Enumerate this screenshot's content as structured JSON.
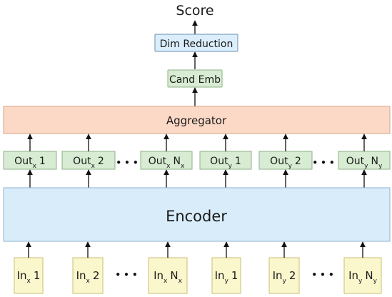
{
  "title": "Score",
  "dim_reduction": {
    "label": "Dim Reduction"
  },
  "cand_emb": {
    "label": "Cand Emb"
  },
  "aggregator": {
    "label": "Aggregator"
  },
  "encoder": {
    "label": "Encoder"
  },
  "ellipsis": "• • •",
  "colors": {
    "dim_reduction_fill": "#dbeefb",
    "dim_reduction_stroke": "#6a8fb0",
    "green_fill": "#d7ecd2",
    "green_stroke": "#8fb088",
    "aggregator_fill": "#fbd9c6",
    "aggregator_stroke": "#d4a487",
    "encoder_fill": "#d8ecfa",
    "encoder_stroke": "#8fb3cf",
    "input_fill": "#fbf7cd",
    "input_stroke": "#c8bf72",
    "arrow": "#111111"
  },
  "outputs": [
    {
      "base": "Out",
      "sub": "x",
      "suffix": "1",
      "suffix_sub": ""
    },
    {
      "base": "Out",
      "sub": "x",
      "suffix": "2",
      "suffix_sub": ""
    },
    {
      "base": "Out",
      "sub": "x",
      "suffix": "N",
      "suffix_sub": "x"
    },
    {
      "base": "Out",
      "sub": "y",
      "suffix": "1",
      "suffix_sub": ""
    },
    {
      "base": "Out",
      "sub": "y",
      "suffix": "2",
      "suffix_sub": ""
    },
    {
      "base": "Out",
      "sub": "y",
      "suffix": "N",
      "suffix_sub": "y"
    }
  ],
  "inputs": [
    {
      "base": "In",
      "sub": "x",
      "suffix": "1",
      "suffix_sub": ""
    },
    {
      "base": "In",
      "sub": "x",
      "suffix": "2",
      "suffix_sub": ""
    },
    {
      "base": "In",
      "sub": "x",
      "suffix": "N",
      "suffix_sub": "x"
    },
    {
      "base": "In",
      "sub": "y",
      "suffix": "1",
      "suffix_sub": ""
    },
    {
      "base": "In",
      "sub": "y",
      "suffix": "2",
      "suffix_sub": ""
    },
    {
      "base": "In",
      "sub": "y",
      "suffix": "N",
      "suffix_sub": "y"
    }
  ]
}
